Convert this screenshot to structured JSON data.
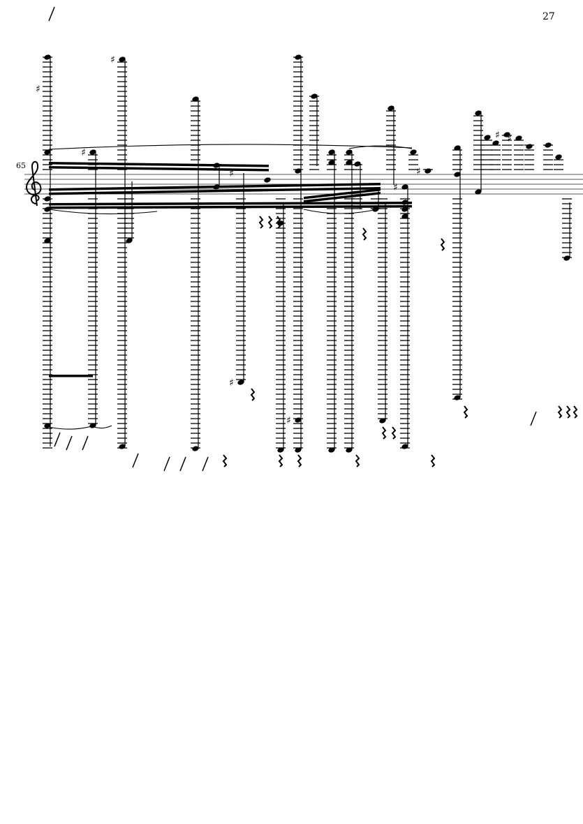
{
  "page": {
    "number": "27"
  },
  "system": {
    "measure_number": "65",
    "clef": "treble"
  },
  "colors": {
    "ink": "#000000",
    "paper": "#ffffff"
  }
}
